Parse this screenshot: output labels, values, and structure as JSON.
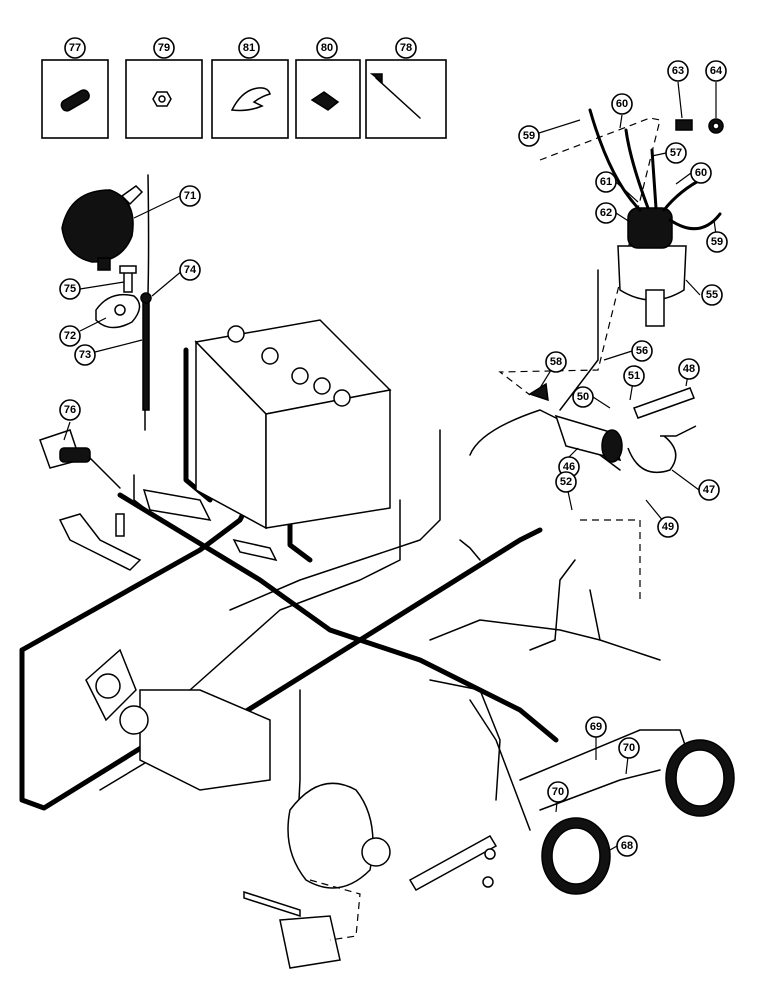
{
  "inset_parts": [
    "77",
    "79",
    "81",
    "80",
    "78"
  ],
  "callouts": [
    "71",
    "74",
    "75",
    "72",
    "73",
    "76",
    "59",
    "60",
    "63",
    "64",
    "57",
    "61",
    "62",
    "55",
    "56",
    "58",
    "50",
    "51",
    "48",
    "46",
    "47",
    "49",
    "52",
    "69",
    "70",
    "68"
  ],
  "colors": {
    "ink": "#000000",
    "paper": "#ffffff"
  }
}
